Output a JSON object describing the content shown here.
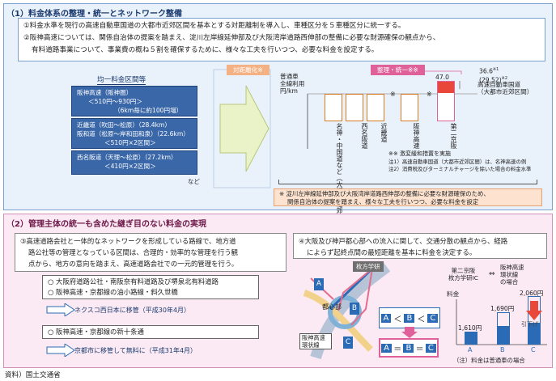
{
  "section1": {
    "title": "（1）料金体系の整理・統一とネットワーク整備",
    "note1": "①料金水準を現行の高速自動車国道の大都市近郊区間を基本とする対距離制を導入し、車種区分を５車種区分に統一する。",
    "note2a": "②阪神高速については、関係自治体の提案を踏まえ、淀川左岸線延伸部及び大阪湾岸道路西伸部の整備に必要な財源確保の観点から、",
    "note2b": "有料道路事業について、事業費の概ね５割を確保するために、様々な工夫を行いつつ、必要な料金を設定する。",
    "left_head": "均一料金区間等",
    "fare_blocks": [
      {
        "lines": [
          "阪神高速（阪神圏）",
          "＜510円～930円＞",
          "（6km毎に約100円増）"
        ]
      },
      {
        "lines": [
          "近畿道（吹田～松原）（28.4km）",
          "阪和道（松原～岸和田和泉）（22.6km）",
          "＜510円×2区間＞"
        ]
      },
      {
        "lines": [
          "西名阪道（天理～松原）（27.2km）",
          "＜410円×2区間＞"
        ]
      }
    ],
    "etc": "など",
    "tag_distance": "対距離化※",
    "tag_unify": "整理・統一※※",
    "y_unit_lines": [
      "普通車",
      "全線利用",
      "円/km"
    ],
    "top_value": "47.0",
    "right_values": [
      "36.6",
      "(29.52)"
    ],
    "right_value_marks": [
      "※1",
      "※2"
    ],
    "right_label_lines": [
      "高速自動車国道",
      "（大都市近郊区間）"
    ],
    "bar_labels": [
      "名神・中国道など（大都市近郊区間）",
      "西名阪道",
      "近畿道",
      "阪神高速",
      "第二京阪"
    ],
    "asterisk": "※",
    "footnote_title": "※※ 激変緩和措置を実施",
    "footnote_1": "注1）高速自動車国道（大都市近郊区間）は、名神高速の例",
    "footnote_2": "注2）消費税及びターミナルチャージを除いた場合の料金水準",
    "bottom_note_a": "※ 淀川左岸線延伸部及び大阪湾岸道路西伸部の整備に必要な財源確保のため、",
    "bottom_note_b": "関係自治体の提案を踏まえ、様々な工夫を行いつつ、必要な料金を設定"
  },
  "section2": {
    "title": "（2）管理主体の統一も含めた継ぎ目のない料金の実現",
    "box3_lines": [
      "③高速道路会社と一体的なネットワークを形成している路線で、地方道",
      "路公社等の管理となっている区間は、合理的・効率的な管理を行う観",
      "点から、地方の意向を踏まえ、高速道路会社での一元的管理を行う。"
    ],
    "list_a_lines": [
      "○ 大阪府道路公社・南阪奈有料道路及び堺泉北有料道路",
      "○ 阪神高速・京都線の油小路線・斜久世橋"
    ],
    "move_a": "ネクスコ西日本に移管（平成30年4月）",
    "list_b": "○ 阪神高速・京都線の新十条通",
    "move_b": "京都市に移管して無料に（平成31年4月）",
    "box4_lines": [
      "④大阪及び神戸都心部への流入に関して、交通分散の観点から、経路",
      "によらず起終点間の最短距離を基本に料金を決定する。"
    ],
    "map_labels": {
      "hirakata": "枚方学研",
      "toshin": "都心部",
      "kanjo": "阪神高速 環状線",
      "A": "A",
      "B": "B",
      "C": "C"
    },
    "eq_1": [
      "A",
      "＜",
      "B",
      "＜",
      "C"
    ],
    "eq_2": [
      "A",
      "＝",
      "B",
      "＝",
      "C"
    ],
    "route_head_left": [
      "第二京阪",
      "枚方学研IC"
    ],
    "route_head_arrow": "⇔",
    "route_head_right": [
      "阪神高速",
      "環状線",
      "の場合"
    ],
    "fare_unit": "料金",
    "fares": [
      "1,610円",
      "1,690円",
      "2,060円"
    ],
    "fare_cats": [
      "A",
      "B",
      "C"
    ],
    "hikisage": "引下げ",
    "fare_note": "（注）料金は普通車の場合"
  },
  "source": "資料）国土交通省",
  "colors": {
    "blue": "#2b6bb5",
    "orange": "#d67c25",
    "pink_tag": "#e0609a",
    "panel_blue": "#e9f1fb",
    "panel_pink": "#fbeaf4"
  }
}
